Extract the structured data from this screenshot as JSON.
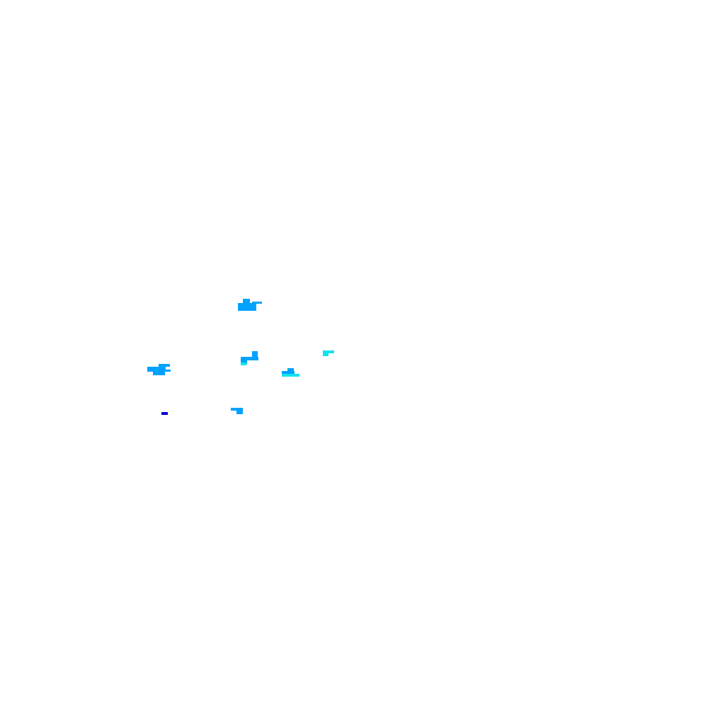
{
  "colors": {
    "background": "#ffffff",
    "primary": "#00a2ff",
    "accent": "#13e2f0",
    "deep": "#0000cc"
  },
  "blobs": [
    {
      "name": "blob-top-center",
      "tone": "primary"
    },
    {
      "name": "blob-left",
      "tone": "primary"
    },
    {
      "name": "blob-center-upper",
      "tone": "primary"
    },
    {
      "name": "blob-center-right",
      "tone": "primary"
    },
    {
      "name": "blob-right-accent",
      "tone": "accent"
    },
    {
      "name": "blob-lower-center",
      "tone": "primary"
    },
    {
      "name": "blob-lower-left",
      "tone": "deep"
    }
  ]
}
